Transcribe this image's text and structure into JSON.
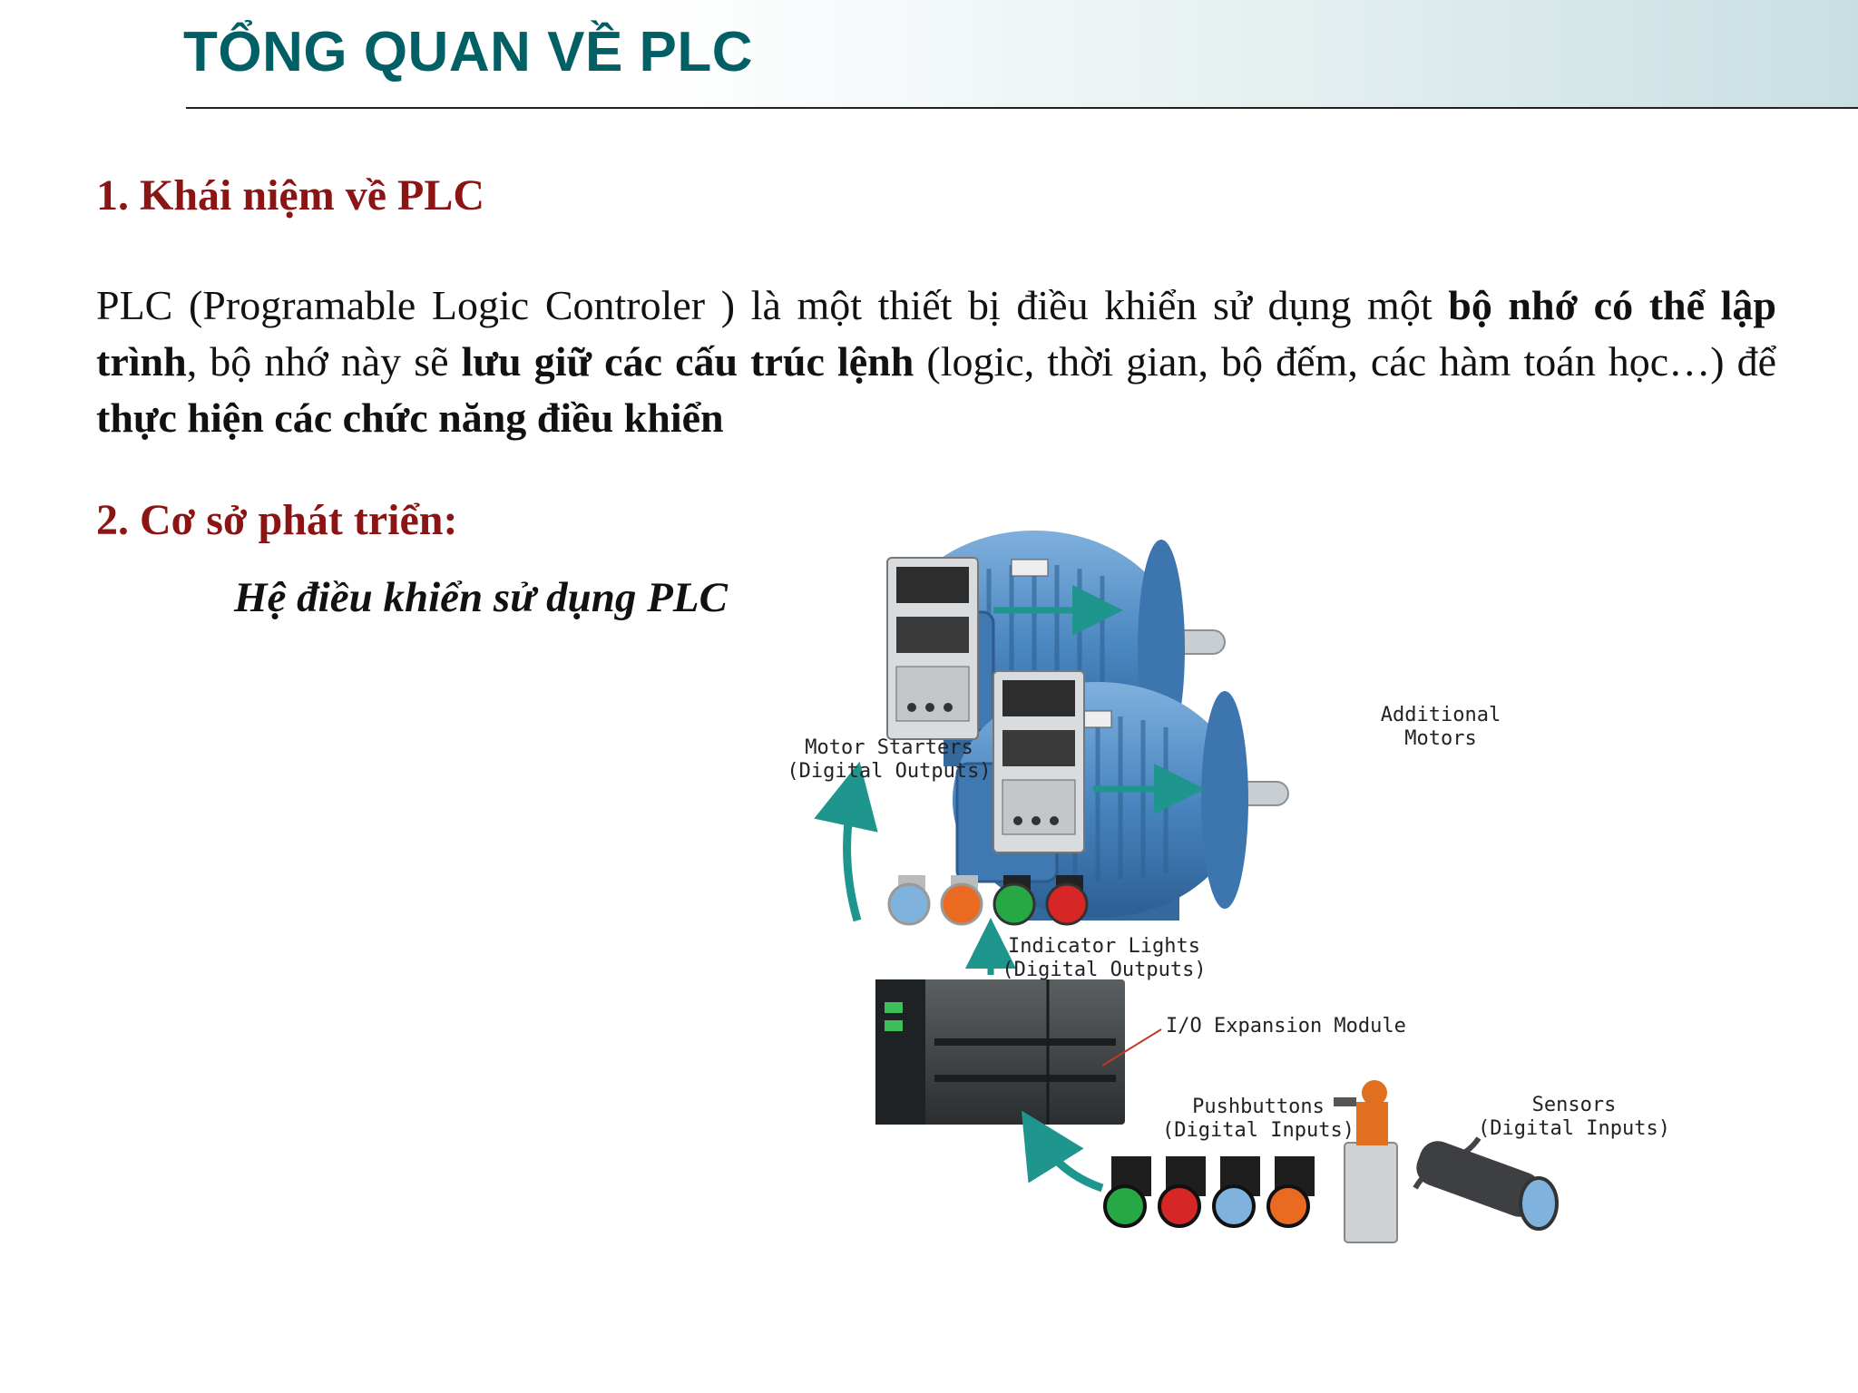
{
  "slide": {
    "title": "TỔNG QUAN VỀ PLC",
    "section1_heading": "1. Khái niệm về PLC",
    "paragraph": {
      "t1": "PLC (Programable Logic Controler ) là một thiết bị điều khiển sử dụng một ",
      "b1": "bộ nhớ có thể lập trình",
      "t2": ", bộ nhớ này sẽ ",
      "b2": "lưu giữ các cấu trúc lệnh",
      "t3": " (logic, thời gian, bộ đếm, các hàm toán học…) để ",
      "b3": "thực hiện các chức năng điều khiển"
    },
    "section2_heading": "2. Cơ sở phát triển:",
    "subtitle": "Hệ điều khiển sử dụng PLC"
  },
  "diagram": {
    "labels": {
      "additional_motors_1": "Additional",
      "additional_motors_2": "Motors",
      "motor_starters_1": "Motor Starters",
      "motor_starters_2": "(Digital Outputs)",
      "indicator_lights_1": "Indicator Lights",
      "indicator_lights_2": "(Digital Outputs)",
      "io_module": "I/O Expansion Module",
      "pushbuttons_1": "Pushbuttons",
      "pushbuttons_2": "(Digital Inputs)",
      "sensors_1": "Sensors",
      "sensors_2": "(Digital Inputs)"
    },
    "colors": {
      "motor": "#4a86c0",
      "arrow": "#1e958d",
      "light_blue": "#7fb2dc",
      "orange": "#ea6a22",
      "green": "#26a845",
      "red": "#d62626"
    }
  }
}
